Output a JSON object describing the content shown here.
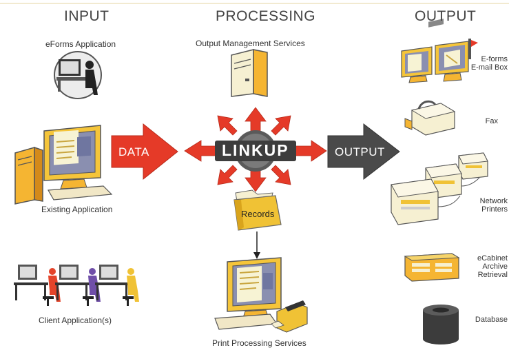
{
  "headers": {
    "input": "INPUT",
    "processing": "PROCESSING",
    "output": "OUTPUT"
  },
  "input": {
    "eforms": "eForms Application",
    "existing": "Existing Application",
    "client": "Client Application(s)"
  },
  "processing": {
    "output_mgmt": "Output Management Services",
    "linkup": "LINKUP",
    "records": "Records",
    "print": "Print Processing Services"
  },
  "arrows": {
    "data": "DATA",
    "output": "OUTPUT"
  },
  "output": {
    "eforms_line1": "E-forms",
    "eforms_line2": "E-mail Box",
    "fax": "Fax",
    "printers_line1": "Network",
    "printers_line2": "Printers",
    "ecab_line1": "eCabinet",
    "ecab_line2": "Archive",
    "ecab_line3": "Retrieval",
    "database": "Database"
  },
  "colors": {
    "red": "#e53a28",
    "dark": "#4a4a4a",
    "yellow": "#f5c130",
    "beige": "#efe6c8"
  }
}
